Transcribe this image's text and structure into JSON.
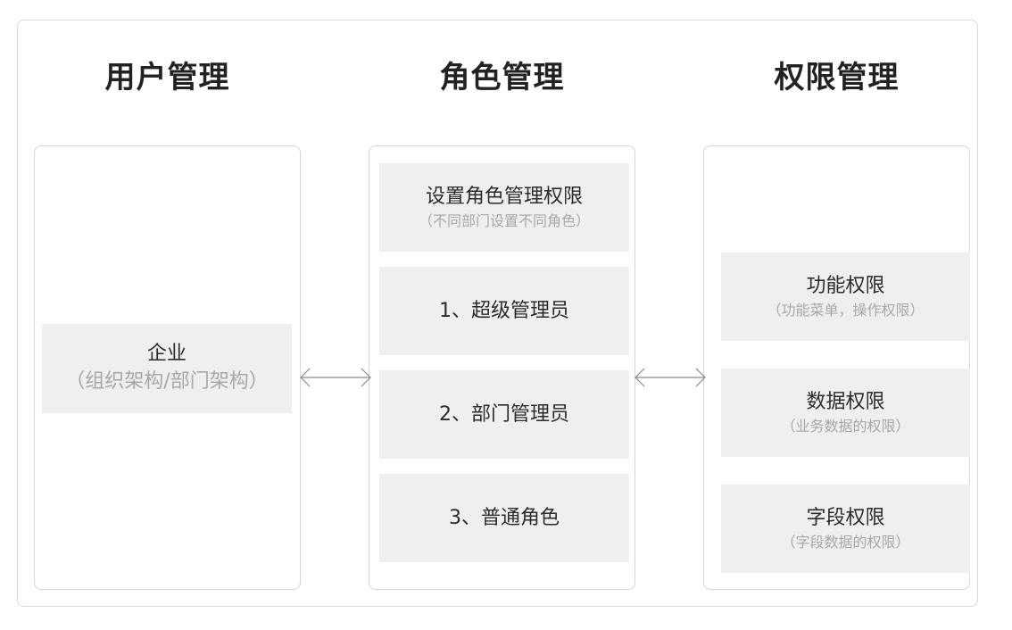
{
  "columns": {
    "user": {
      "title": "用户管理",
      "boxes": [
        {
          "title": "企业",
          "subtitle": "（组织架构/部门架构）"
        }
      ]
    },
    "role": {
      "title": "角色管理",
      "boxes": [
        {
          "title": "设置角色管理权限",
          "subtitle": "（不同部门设置不同角色）"
        },
        {
          "title": "1、超级管理员"
        },
        {
          "title": "2、部门管理员"
        },
        {
          "title": "3、普通角色"
        }
      ]
    },
    "permission": {
      "title": "权限管理",
      "boxes": [
        {
          "title": "功能权限",
          "subtitle": "（功能菜单，操作权限）"
        },
        {
          "title": "数据权限",
          "subtitle": "（业务数据的权限）"
        },
        {
          "title": "字段权限",
          "subtitle": "（字段数据的权限）"
        }
      ]
    }
  },
  "colors": {
    "box_fill": "#efefef",
    "border": "#d6d6d6",
    "subtitle": "#a8a8a8",
    "arrow": "#8a8a8a"
  }
}
